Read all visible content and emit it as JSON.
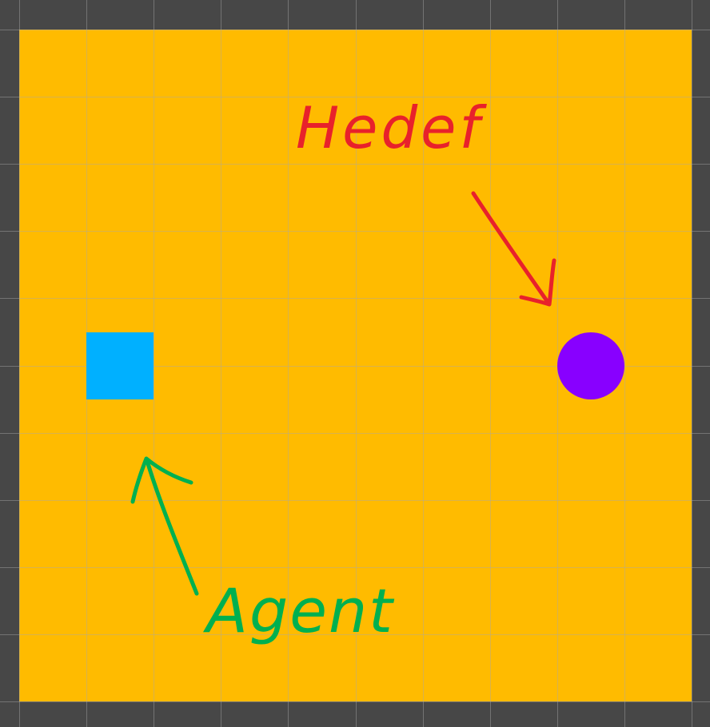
{
  "scene": {
    "background_color": "#474747",
    "arena_color": "#ffbb00",
    "grid_line_color": "#a8a8a8"
  },
  "agent": {
    "shape": "square",
    "color": "#00b0ff"
  },
  "goal": {
    "shape": "circle",
    "color": "#8800ff"
  },
  "annotations": {
    "goal_label": "Hedef",
    "goal_label_color": "#e8212b",
    "agent_label": "Agent",
    "agent_label_color": "#00b050"
  }
}
